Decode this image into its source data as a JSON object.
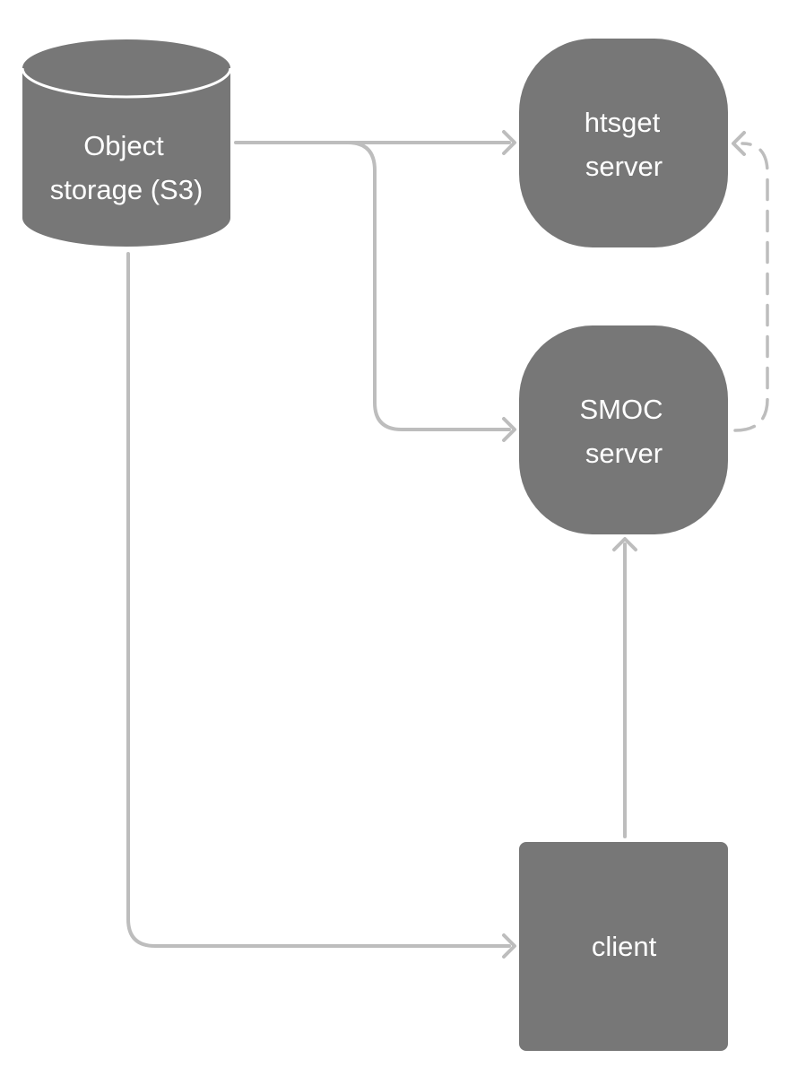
{
  "diagram": {
    "colors": {
      "node_fill": "#777777",
      "node_text": "#ffffff",
      "edge": "#bdbdbd",
      "background": "#ffffff"
    },
    "nodes": {
      "object_storage": {
        "shape": "cylinder",
        "line1": "Object",
        "line2": "storage (S3)"
      },
      "htsget_server": {
        "shape": "rounded-rectangle",
        "line1": "htsget",
        "line2": "server"
      },
      "smoc_server": {
        "shape": "rounded-rectangle",
        "line1": "SMOC",
        "line2": "server"
      },
      "client": {
        "shape": "rectangle",
        "line1": "client"
      }
    },
    "edges": [
      {
        "from": "object_storage",
        "to": "htsget_server",
        "style": "solid"
      },
      {
        "from": "object_storage",
        "to": "smoc_server",
        "style": "solid"
      },
      {
        "from": "object_storage",
        "to": "client",
        "style": "solid"
      },
      {
        "from": "client",
        "to": "smoc_server",
        "style": "solid"
      },
      {
        "from": "smoc_server",
        "to": "htsget_server",
        "style": "dashed"
      }
    ]
  }
}
